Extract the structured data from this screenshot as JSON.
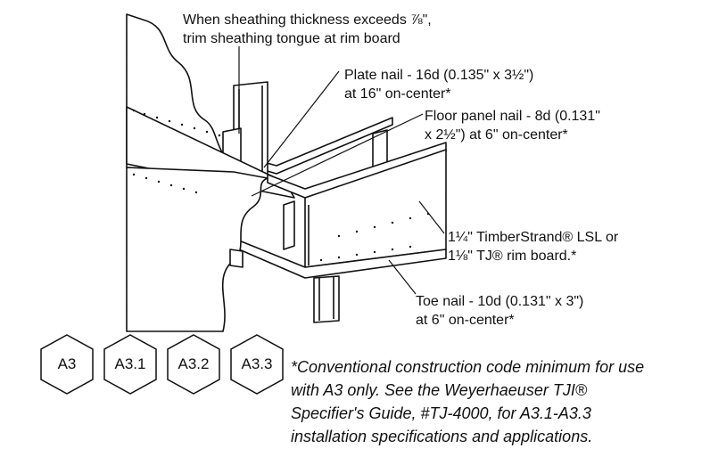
{
  "callouts": {
    "sheathing": [
      "When sheathing thickness exceeds ⅞\",",
      "trim sheathing tongue at rim board"
    ],
    "plate_nail": [
      "Plate nail - 16d (0.135\" x 3½\")",
      "at 16\" on-center*"
    ],
    "floor_panel_nail": [
      "Floor panel nail - 8d (0.131\"",
      "x 2½\")  at 6\" on-center*"
    ],
    "rim_board": [
      "1¼\" TimberStrand® LSL or",
      "1⅛\" TJ® rim board.*"
    ],
    "toe_nail": [
      "Toe nail - 10d (0.131\" x 3\")",
      "at 6\" on-center*"
    ]
  },
  "badges": [
    "A3",
    "A3.1",
    "A3.2",
    "A3.3"
  ],
  "footnote": [
    "*Conventional construction code minimum for use",
    "with A3 only. See the Weyerhaeuser TJI®",
    "Specifier's Guide, #TJ-4000, for A3.1-A3.3",
    "installation specifications and applications."
  ]
}
